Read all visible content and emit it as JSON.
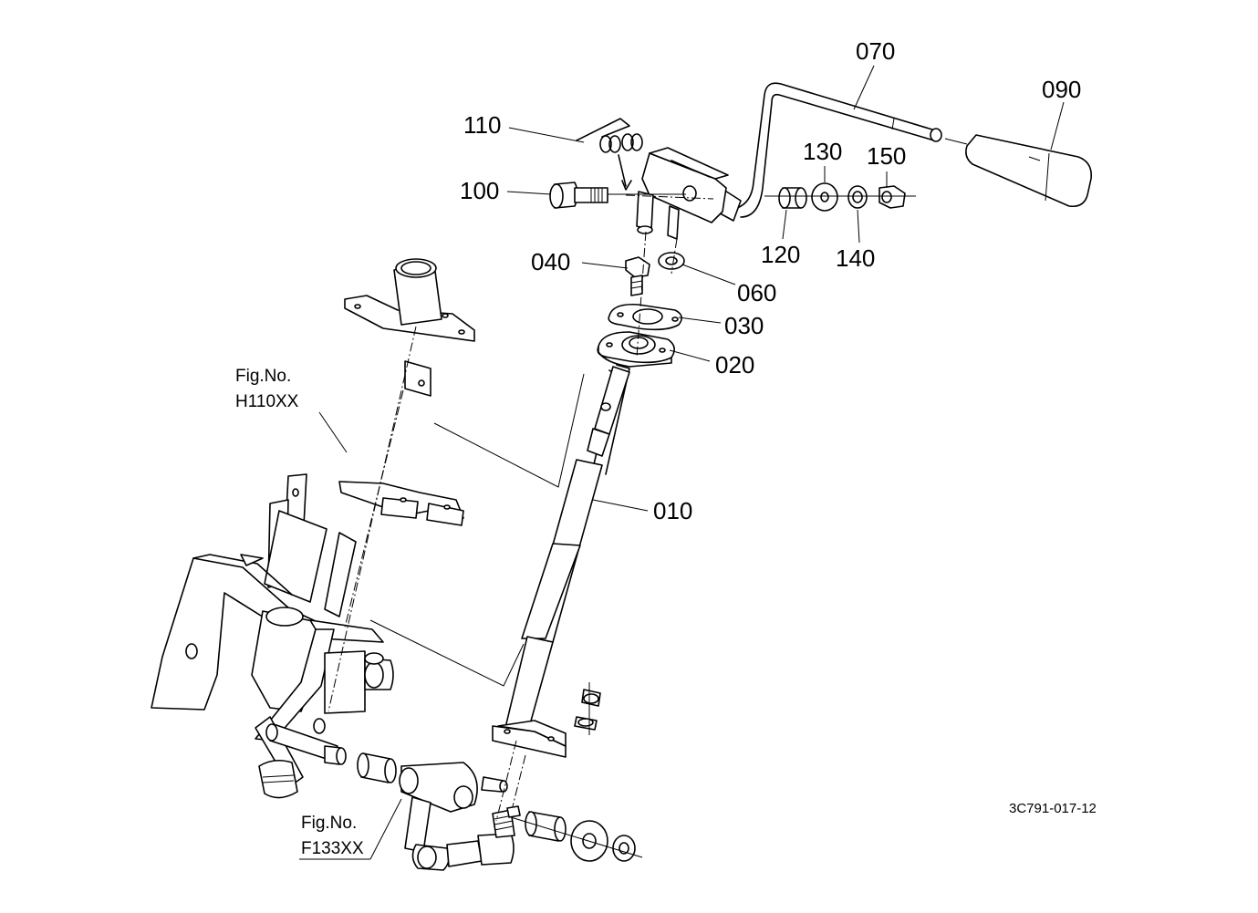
{
  "parts": [
    {
      "id": "p010",
      "number": "010"
    },
    {
      "id": "p020",
      "number": "020"
    },
    {
      "id": "p030",
      "number": "030"
    },
    {
      "id": "p040",
      "number": "040"
    },
    {
      "id": "p060",
      "number": "060"
    },
    {
      "id": "p070",
      "number": "070"
    },
    {
      "id": "p090",
      "number": "090"
    },
    {
      "id": "p100",
      "number": "100"
    },
    {
      "id": "p110",
      "number": "110"
    },
    {
      "id": "p120",
      "number": "120"
    },
    {
      "id": "p130",
      "number": "130"
    },
    {
      "id": "p140",
      "number": "140"
    },
    {
      "id": "p150",
      "number": "150"
    }
  ],
  "figure_refs": {
    "h110": {
      "line1": "Fig.No.",
      "line2": "H110XX"
    },
    "f133": {
      "line1": "Fig.No.",
      "line2": "F133XX"
    }
  },
  "drawing_code": "3C791-017-12"
}
